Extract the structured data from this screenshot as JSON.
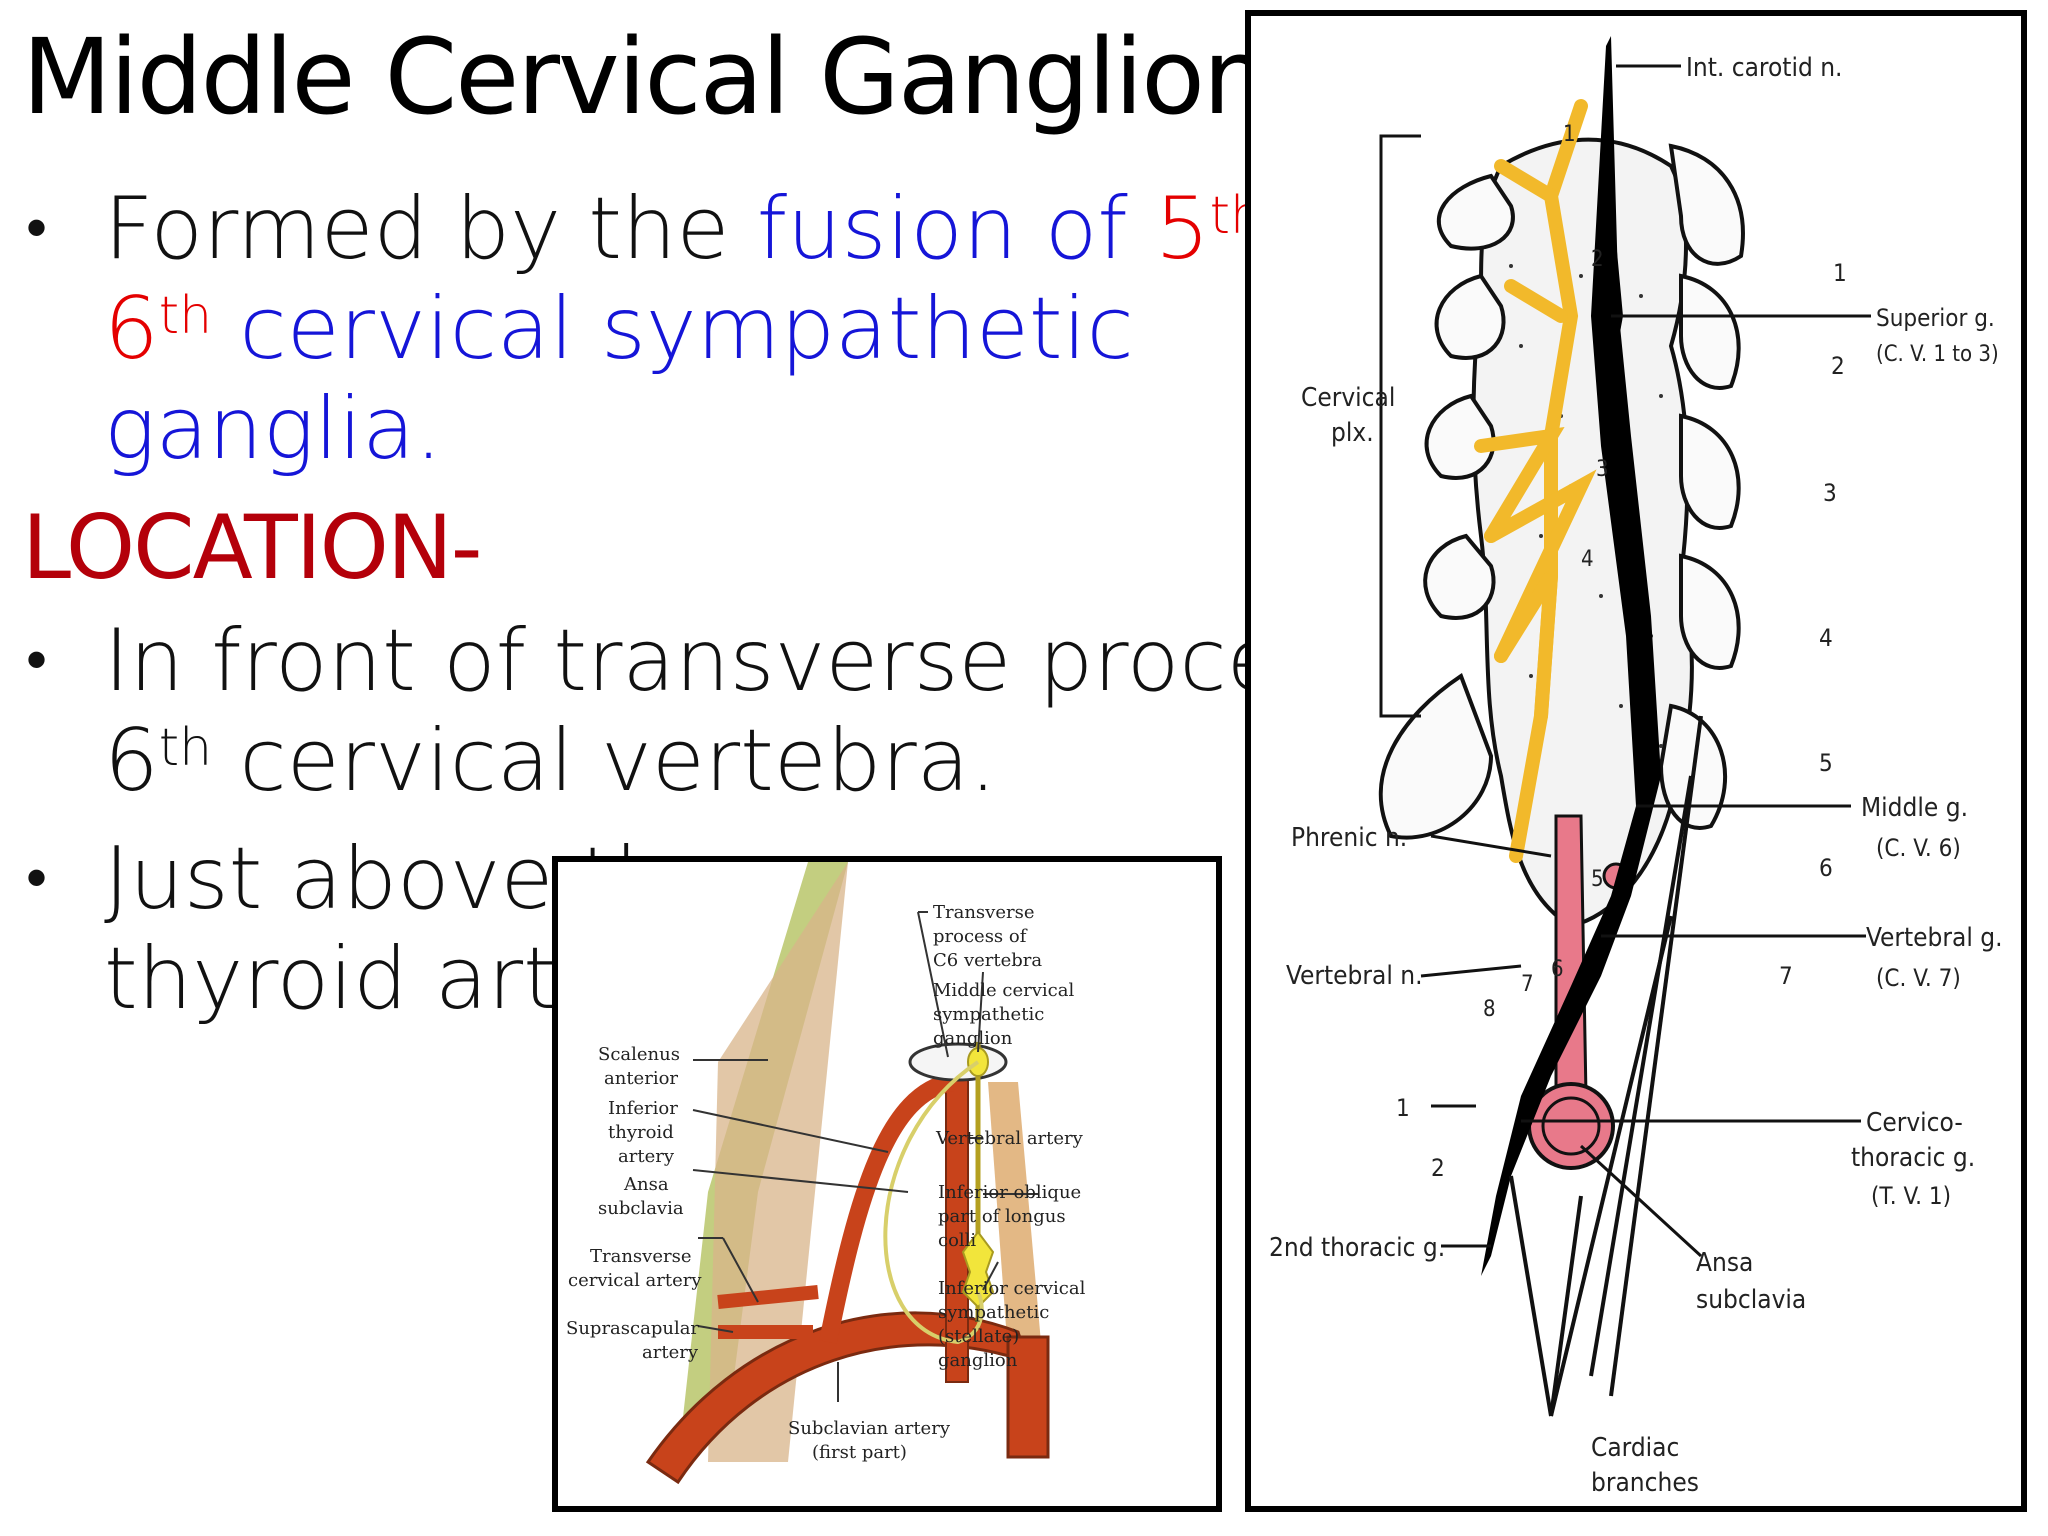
{
  "slide": {
    "title": "Middle Cervical Ganglion",
    "bullet1": {
      "p1": "Formed by the ",
      "p2": "fusion of ",
      "p3": "5",
      "p3sup": "th",
      "p4": "  & ",
      "p5": "6",
      "p5sup": "th",
      "p6": "  cervical sympathetic",
      "p7": "ganglia."
    },
    "location_heading": "LOCATION-",
    "bullet2": {
      "line1": "In front of transverse process of",
      "line2a": "6",
      "line2sup": "th",
      "line2b": " cervical vertebra."
    },
    "bullet3": {
      "line1": "Just above th",
      "line2": "thyroid arter"
    },
    "bullet_glyph": "•"
  },
  "right_figure": {
    "labels": {
      "int_carotid": "Int. carotid n.",
      "superior_g": "Superior g.",
      "superior_g2": "(C. V. 1 to 3)",
      "cervical_plx": "Cervical",
      "cervical_plx2": "plx.",
      "phrenic": "Phrenic n.",
      "middle_g": "Middle g.",
      "middle_g2": "(C. V. 6)",
      "vertebral_n": "Vertebral n.",
      "vertebral_g": "Vertebral g.",
      "vertebral_g2": "(C. V. 7)",
      "cervico": "Cervico-",
      "cervico2": "thoracic g.",
      "cervico3": "(T. V. 1)",
      "second_thoracic": "2nd thoracic g.",
      "ansa": "Ansa",
      "ansa2": "subclavia",
      "cardiac": "Cardiac",
      "cardiac2": "branches"
    },
    "vertebra_numbers": [
      "1",
      "2",
      "3",
      "4",
      "5",
      "6",
      "7"
    ],
    "left_numbers": [
      "1",
      "2",
      "3",
      "4",
      "5",
      "6",
      "7",
      "8",
      "1",
      "2"
    ]
  },
  "inset_figure": {
    "labels": {
      "transverse": "Transverse",
      "transverse2": "process of",
      "transverse3": "C6 vertebra",
      "middle_cervical": "Middle cervical",
      "middle_cervical2": "sympathetic",
      "middle_cervical3": "ganglion",
      "scalenus": "Scalenus",
      "scalenus2": "anterior",
      "inferior_thyroid": "Inferior",
      "inferior_thyroid2": "thyroid",
      "inferior_thyroid3": "artery",
      "vertebral_artery": "Vertebral artery",
      "ansa": "Ansa",
      "ansa2": "subclavia",
      "inferior_oblique": "Inferior oblique",
      "inferior_oblique2": "part of longus",
      "inferior_oblique3": "colli",
      "transverse_cervical": "Transverse",
      "transverse_cervical2": "cervical artery",
      "inferior_cervical": "Inferior cervical",
      "inferior_cervical2": "sympathetic",
      "inferior_cervical3": "(stellate)",
      "inferior_cervical4": "ganglion",
      "suprascapular": "Suprascapular",
      "suprascapular2": "artery",
      "subclavian": "Subclavian artery",
      "subclavian2": "(first part)"
    }
  },
  "colors": {
    "blue_text": "#1515d8",
    "red_text": "#e40000",
    "location_red": "#b4000a",
    "nerve_yellow": "#f2b92b",
    "artery_red": "#c8431b",
    "vessel_pink": "#e8798a"
  }
}
